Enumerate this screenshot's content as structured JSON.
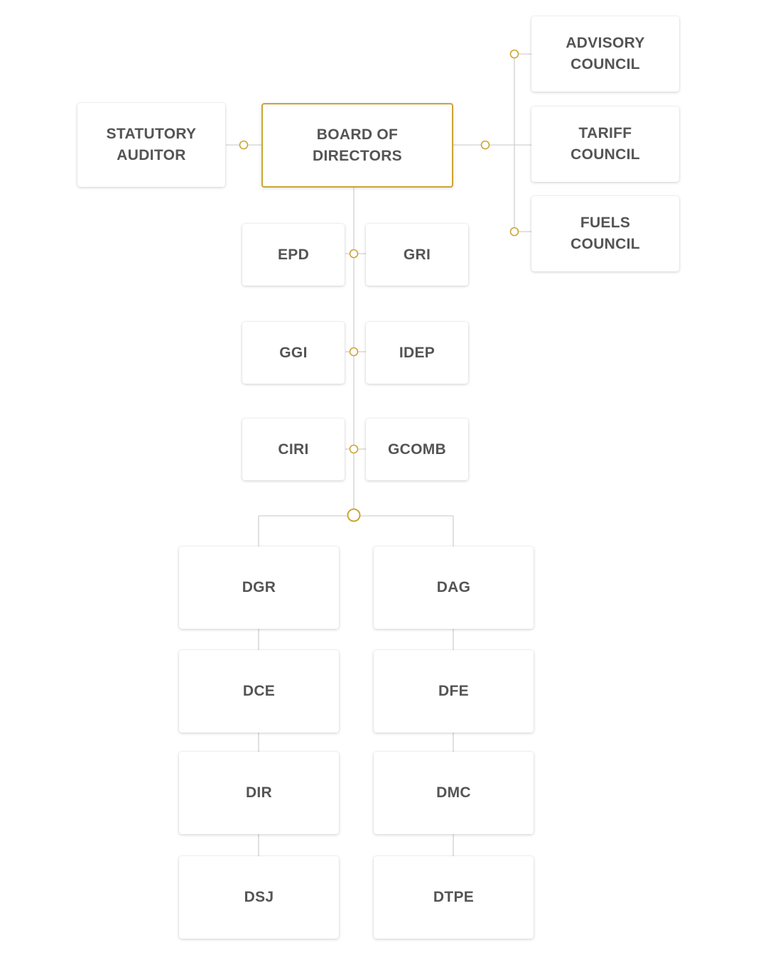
{
  "colors": {
    "accent": "#cda434",
    "connector": "#d0d0d0",
    "text": "#545454",
    "background": "#ffffff"
  },
  "board": {
    "label": "BOARD OF\nDIRECTORS"
  },
  "auditor": {
    "label": "STATUTORY\nAUDITOR"
  },
  "councils": [
    {
      "label": "ADVISORY\nCOUNCIL"
    },
    {
      "label": "TARIFF\nCOUNCIL"
    },
    {
      "label": "FUELS\nCOUNCIL"
    }
  ],
  "staff_units": [
    {
      "left": "EPD",
      "right": "GRI"
    },
    {
      "left": "GGI",
      "right": "IDEP"
    },
    {
      "left": "CIRI",
      "right": "GCOMB"
    }
  ],
  "directorates": {
    "left": [
      "DGR",
      "DCE",
      "DIR",
      "DSJ"
    ],
    "right": [
      "DAG",
      "DFE",
      "DMC",
      "DTPE"
    ]
  }
}
